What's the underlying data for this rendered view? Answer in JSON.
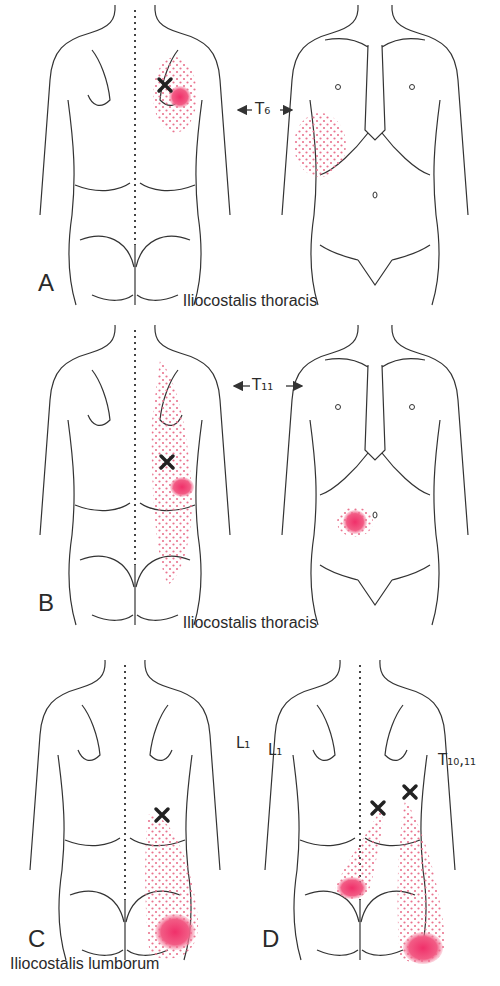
{
  "diagram": {
    "labels": [
      "A",
      "Iliocostalis thoracis",
      "T₆",
      "B",
      "Iliocostalis thoracis",
      "T₁₁",
      "C",
      "Iliocostalis lumborum",
      "L₁",
      "D",
      "L₁",
      "T₁₀,₁₁"
    ]
  }
}
